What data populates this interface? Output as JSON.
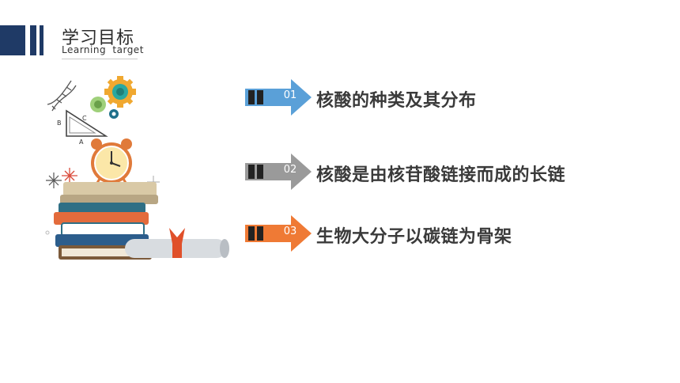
{
  "header": {
    "title": "学习目标",
    "subtitle": "Learning target"
  },
  "colors": {
    "navy": "#1f3a66",
    "arrow_blue": "#5aa0d8",
    "arrow_gray": "#9a9a9a",
    "arrow_orange": "#ef7a35"
  },
  "objectives": [
    {
      "number": "01",
      "text": "核酸的种类及其分布",
      "color": "#5aa0d8"
    },
    {
      "number": "02",
      "text": "核酸是由核苷酸链接而成的长链",
      "color": "#9a9a9a"
    },
    {
      "number": "03",
      "text": "生物大分子以碳链为骨架",
      "color": "#ef7a35"
    }
  ],
  "illustration": {
    "label_b": "B",
    "label_c": "C",
    "label_a": "A"
  }
}
